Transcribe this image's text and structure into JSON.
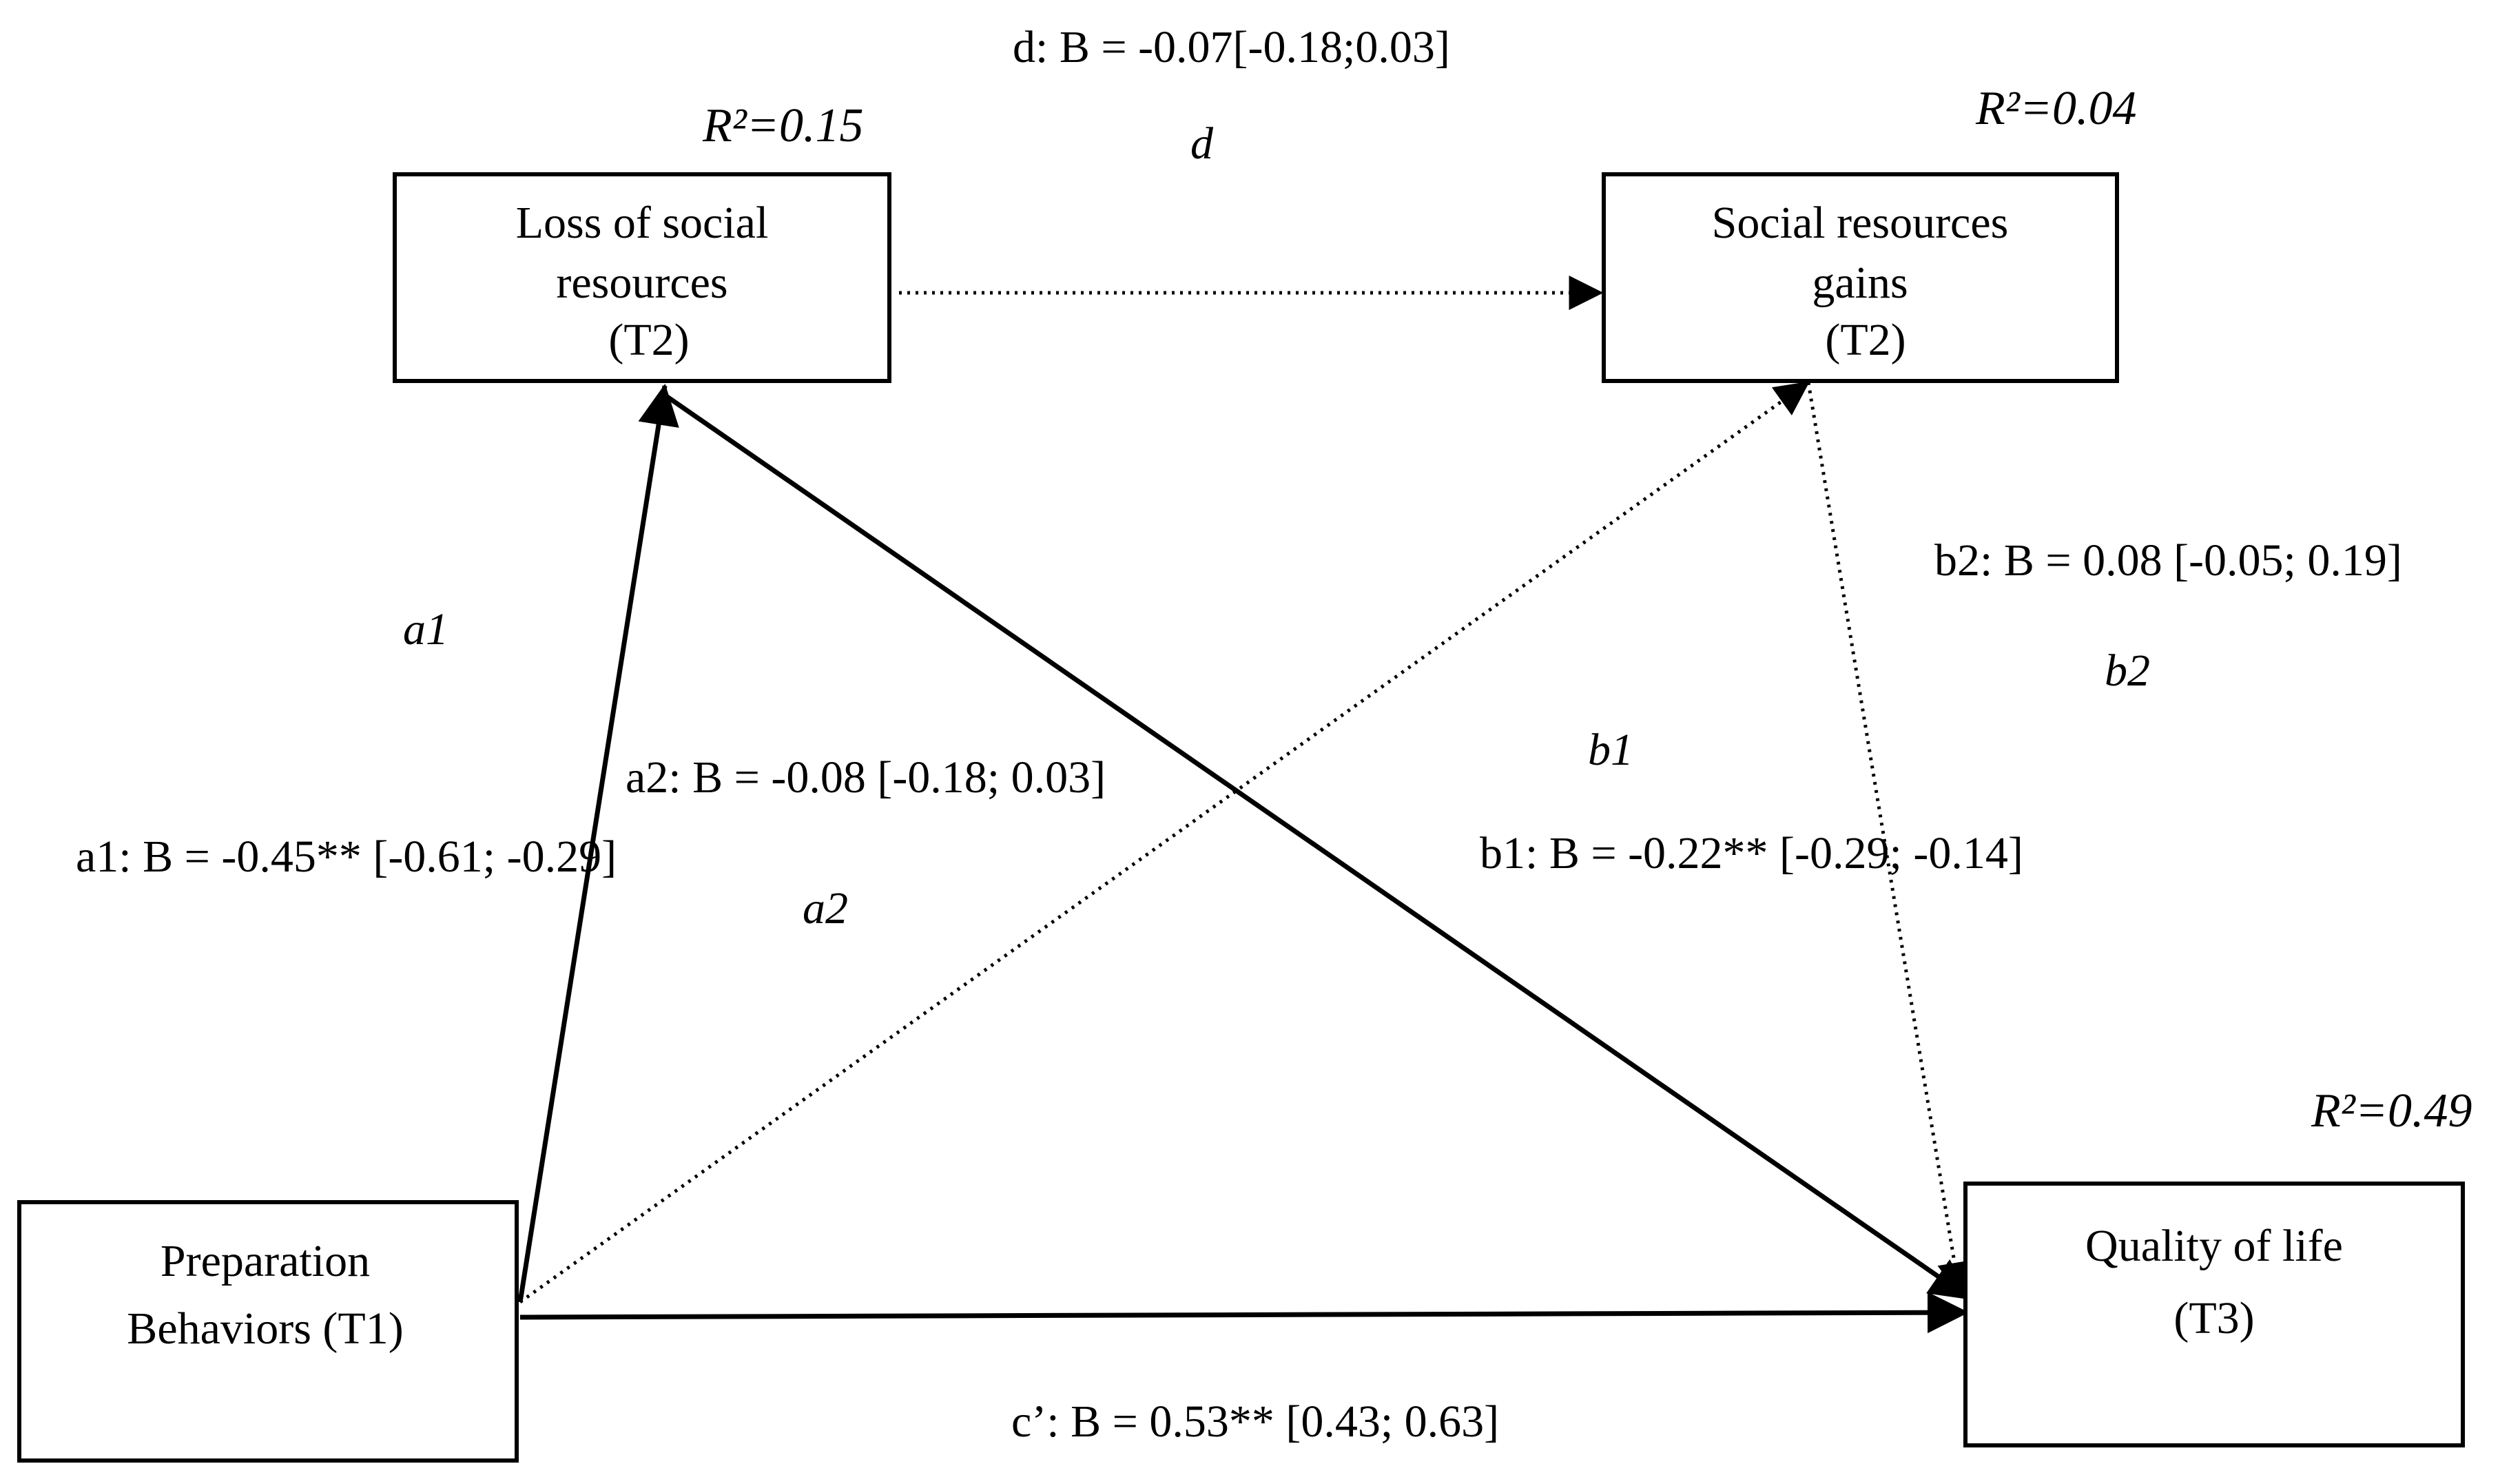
{
  "nodes": {
    "loss": {
      "lines": [
        "Loss of social",
        "resources",
        "(T2)"
      ],
      "r2": "R²=0.15"
    },
    "gains": {
      "lines": [
        "Social  resources",
        "gains",
        "(T2)"
      ],
      "r2": "R²=0.04"
    },
    "prep": {
      "lines": [
        "Preparation",
        "Behaviors (T1)"
      ]
    },
    "qol": {
      "lines": [
        "Quality of life",
        "(T3)"
      ],
      "r2": "R²=0.49"
    }
  },
  "paths": {
    "d": {
      "letter": "d",
      "coef": "d: B = -0.07[-0.18;0.03]",
      "significant": false
    },
    "a1": {
      "letter": "a1",
      "coef": "a1: B = -0.45** [-0.61; -0.29]",
      "significant": true
    },
    "a2": {
      "letter": "a2",
      "coef": "a2: B = -0.08 [-0.18; 0.03]",
      "significant": false
    },
    "b1": {
      "letter": "b1",
      "coef": "b1: B = -0.22** [-0.29; -0.14]",
      "significant": true
    },
    "b2": {
      "letter": "b2",
      "coef": "b2: B = 0.08 [-0.05; 0.19]",
      "significant": false
    },
    "c": {
      "coef": "c’: B = 0.53** [0.43; 0.63]",
      "significant": true
    }
  }
}
